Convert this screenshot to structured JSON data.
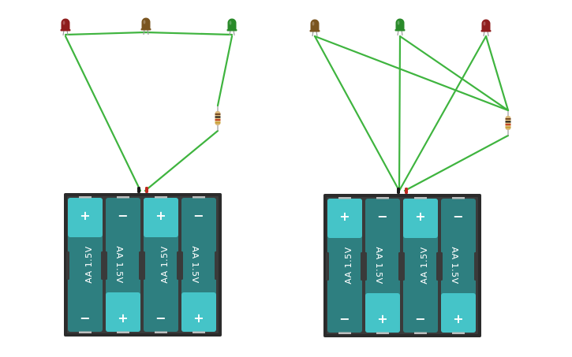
{
  "colors": {
    "wire": "#3fb43f",
    "holder": "#2b2b2b",
    "cell_dark": "#2e7f80",
    "cell_light": "#45c4c8",
    "led_red": "#8f1e1e",
    "led_brown": "#7a5520",
    "led_green": "#2a8a2a",
    "resistor_body": "#d9b77a"
  },
  "circuits": [
    {
      "name": "left-circuit",
      "leds": [
        {
          "color": "red",
          "icon": "led-icon"
        },
        {
          "color": "brown",
          "icon": "led-icon"
        },
        {
          "color": "green",
          "icon": "led-icon"
        }
      ],
      "resistor": {
        "icon": "resistor-icon"
      },
      "battery_pack": {
        "cells": [
          {
            "label": "AA 1.5V",
            "top": "+",
            "bottom": "−"
          },
          {
            "label": "AA 1.5V",
            "top": "−",
            "bottom": "+"
          },
          {
            "label": "AA 1.5V",
            "top": "+",
            "bottom": "−"
          },
          {
            "label": "AA 1.5V",
            "top": "−",
            "bottom": "+"
          }
        ]
      }
    },
    {
      "name": "right-circuit",
      "leds": [
        {
          "color": "brown",
          "icon": "led-icon"
        },
        {
          "color": "green",
          "icon": "led-icon"
        },
        {
          "color": "red",
          "icon": "led-icon"
        }
      ],
      "resistor": {
        "icon": "resistor-icon"
      },
      "battery_pack": {
        "cells": [
          {
            "label": "AA 1.5V",
            "top": "+",
            "bottom": "−"
          },
          {
            "label": "AA 1.5V",
            "top": "−",
            "bottom": "+"
          },
          {
            "label": "AA 1.5V",
            "top": "+",
            "bottom": "−"
          },
          {
            "label": "AA 1.5V",
            "top": "−",
            "bottom": "+"
          }
        ]
      }
    }
  ]
}
